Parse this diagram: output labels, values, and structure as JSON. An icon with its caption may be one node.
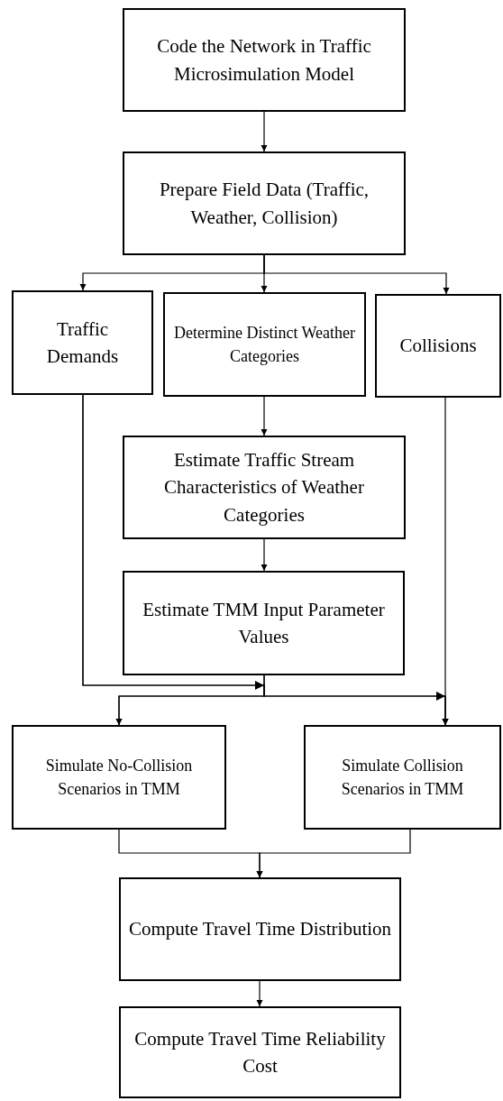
{
  "diagram": {
    "nodes": [
      {
        "text": [
          "Code the Network in Traffic Microsimulation Model"
        ]
      },
      {
        "text": [
          "Prepare Field Data (Traffic, Weather, Collision)"
        ]
      },
      {
        "text": [
          "Traffic Demands"
        ]
      },
      {
        "text": [
          "Determine Distinct Weather Categories"
        ]
      },
      {
        "text": [
          "Collisions"
        ]
      },
      {
        "text": [
          "Estimate Traffic Stream Characteristics of Weather Categories"
        ]
      },
      {
        "text": [
          "Estimate TMM Input Parameter Values"
        ]
      },
      {
        "text": [
          "Simulate No-Collision Scenarios in TMM"
        ]
      },
      {
        "text": [
          "Simulate Collision Scenarios in TMM"
        ]
      },
      {
        "text": [
          "Compute Travel Time Distribution"
        ]
      },
      {
        "text": [
          "Compute Travel Time Reliability Cost"
        ]
      }
    ],
    "edges": [
      {
        "from": 0,
        "to": 1,
        "arrow": "to"
      },
      {
        "from": 1,
        "to": 2,
        "arrow": "to"
      },
      {
        "from": 1,
        "to": 3,
        "arrow": "to"
      },
      {
        "from": 1,
        "to": 4,
        "arrow": "to"
      },
      {
        "from": 3,
        "to": 5,
        "arrow": "to"
      },
      {
        "from": 5,
        "to": 6,
        "arrow": "to"
      },
      {
        "from": 2,
        "to": 7,
        "arrow": "to"
      },
      {
        "from": 2,
        "to": 8,
        "arrow": "to"
      },
      {
        "from": 6,
        "to": 7,
        "arrow": "to"
      },
      {
        "from": 6,
        "to": 8,
        "arrow": "to"
      },
      {
        "from": 4,
        "to": 8,
        "arrow": "to"
      },
      {
        "from": 7,
        "to": 9,
        "arrow": "to"
      },
      {
        "from": 8,
        "to": 9,
        "arrow": "to"
      },
      {
        "from": 9,
        "to": 10,
        "arrow": "to"
      }
    ]
  }
}
